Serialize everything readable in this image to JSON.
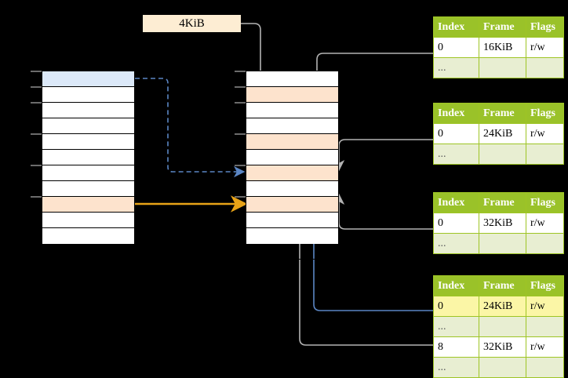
{
  "diagram": {
    "title_label": "4KiB",
    "label_box": {
      "text": "4KiB"
    }
  },
  "virtual_column": {
    "name": "virtual-address-space",
    "row_count": 11,
    "rows": [
      {
        "index": 0,
        "fill": "blue"
      },
      {
        "index": 1,
        "fill": "white"
      },
      {
        "index": 2,
        "fill": "white"
      },
      {
        "index": 3,
        "fill": "white"
      },
      {
        "index": 4,
        "fill": "white"
      },
      {
        "index": 5,
        "fill": "white"
      },
      {
        "index": 6,
        "fill": "white"
      },
      {
        "index": 7,
        "fill": "white"
      },
      {
        "index": 8,
        "fill": "peach"
      },
      {
        "index": 9,
        "fill": "white"
      },
      {
        "index": 10,
        "fill": "white"
      }
    ]
  },
  "physical_column": {
    "name": "physical-memory",
    "row_count": 11,
    "rows": [
      {
        "index": 0,
        "fill": "white"
      },
      {
        "index": 1,
        "fill": "peach"
      },
      {
        "index": 2,
        "fill": "white"
      },
      {
        "index": 3,
        "fill": "white"
      },
      {
        "index": 4,
        "fill": "peach"
      },
      {
        "index": 5,
        "fill": "white"
      },
      {
        "index": 6,
        "fill": "peach"
      },
      {
        "index": 7,
        "fill": "white"
      },
      {
        "index": 8,
        "fill": "peach"
      },
      {
        "index": 9,
        "fill": "white"
      },
      {
        "index": 10,
        "fill": "white"
      }
    ]
  },
  "tables": [
    {
      "id": "page-table-1",
      "headers": [
        "Index",
        "Frame",
        "Flags"
      ],
      "rows": [
        {
          "kind": "data",
          "cells": [
            "0",
            "16KiB",
            "r/w"
          ],
          "highlight": [
            false,
            false,
            false
          ]
        },
        {
          "kind": "ellipsis",
          "cells": [
            "...",
            "",
            ""
          ],
          "highlight": [
            false,
            false,
            false
          ]
        }
      ]
    },
    {
      "id": "page-table-2",
      "headers": [
        "Index",
        "Frame",
        "Flags"
      ],
      "rows": [
        {
          "kind": "data",
          "cells": [
            "0",
            "24KiB",
            "r/w"
          ],
          "highlight": [
            false,
            false,
            false
          ]
        },
        {
          "kind": "ellipsis",
          "cells": [
            "...",
            "",
            ""
          ],
          "highlight": [
            false,
            false,
            false
          ]
        }
      ]
    },
    {
      "id": "page-table-3",
      "headers": [
        "Index",
        "Frame",
        "Flags"
      ],
      "rows": [
        {
          "kind": "data",
          "cells": [
            "0",
            "32KiB",
            "r/w"
          ],
          "highlight": [
            false,
            false,
            false
          ]
        },
        {
          "kind": "ellipsis",
          "cells": [
            "...",
            "",
            ""
          ],
          "highlight": [
            false,
            false,
            false
          ]
        }
      ]
    },
    {
      "id": "page-table-4",
      "headers": [
        "Index",
        "Frame",
        "Flags"
      ],
      "rows": [
        {
          "kind": "data",
          "cells": [
            "0",
            "24KiB",
            "r/w"
          ],
          "highlight": [
            true,
            true,
            true
          ]
        },
        {
          "kind": "ellipsis",
          "cells": [
            "...",
            "",
            ""
          ],
          "highlight": [
            false,
            false,
            false
          ]
        },
        {
          "kind": "data",
          "cells": [
            "8",
            "32KiB",
            "r/w"
          ],
          "highlight": [
            false,
            false,
            false
          ]
        },
        {
          "kind": "ellipsis",
          "cells": [
            "...",
            "",
            ""
          ],
          "highlight": [
            false,
            false,
            false
          ]
        }
      ]
    }
  ],
  "colors": {
    "table_header_green": "#9ac229",
    "table_ellipsis_green": "#e8eed2",
    "highlight_yellow": "#fbf6a6",
    "peach_row": "#fde3cd",
    "blue_row": "#dce9f9",
    "label_box_cream": "#fdedd3",
    "orange_arrow": "#e8a317",
    "blue_arrow": "#5b86c4",
    "gray_arrow": "#b3b3b3",
    "background": "#000000"
  },
  "arrows": [
    {
      "name": "virtual-row0-to-physical-row6",
      "style": "dashed",
      "color": "#5b86c4"
    },
    {
      "name": "virtual-row8-to-physical-row8",
      "style": "solid",
      "color": "#e8a317"
    },
    {
      "name": "label-4kib-to-physical-row1",
      "style": "solid",
      "color": "#b3b3b3"
    },
    {
      "name": "table1-to-physical-row4",
      "style": "solid",
      "color": "#b3b3b3"
    },
    {
      "name": "table2-to-physical-row6",
      "style": "solid",
      "color": "#b3b3b3"
    },
    {
      "name": "table3-to-physical-row8",
      "style": "solid",
      "color": "#b3b3b3"
    },
    {
      "name": "table4-row8-to-physical-row8",
      "style": "solid",
      "color": "#b3b3b3"
    },
    {
      "name": "table4-row0-to-physical-row6",
      "style": "solid",
      "color": "#5b86c4"
    }
  ]
}
